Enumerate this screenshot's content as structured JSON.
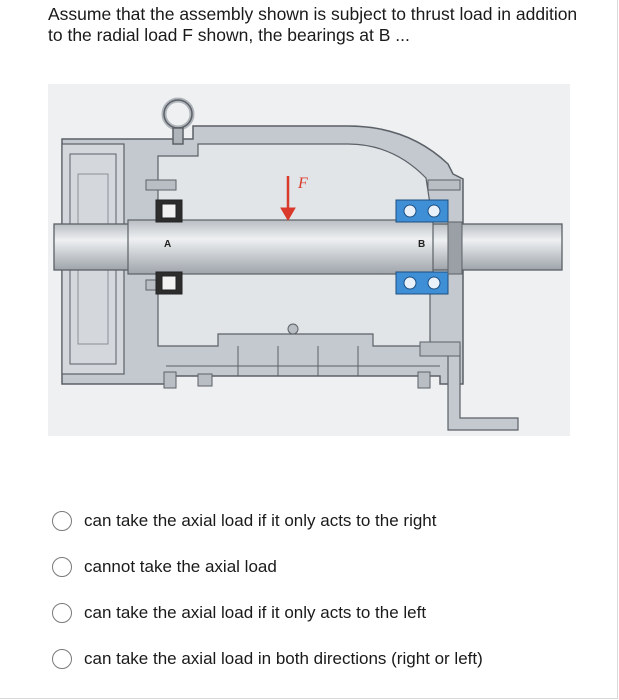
{
  "question": {
    "text": "Assume that the assembly shown is subject to thrust load in addition to the radial load F shown, the bearings at B ..."
  },
  "figure": {
    "force_label": "F",
    "bearing_a_label": "A",
    "bearing_b_label": "B",
    "colors": {
      "housing": "#c3c9ce",
      "housing_stroke": "#5b6167",
      "shaft": "#d3d7db",
      "bearing_blue": "#3f8fd6",
      "force_arrow": "#d93a2b"
    }
  },
  "options": [
    {
      "label": "can take the axial load if it only acts to the right"
    },
    {
      "label": "cannot take the axial load"
    },
    {
      "label": "can take the axial load if it only acts to the left"
    },
    {
      "label": "can take the axial load in both directions (right or left)"
    }
  ]
}
